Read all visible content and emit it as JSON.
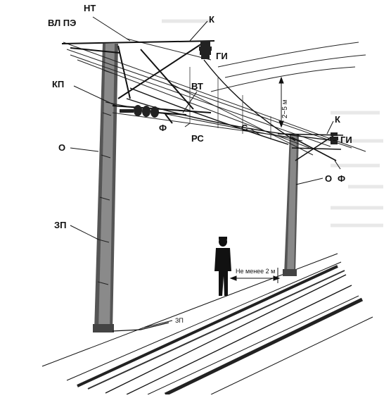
{
  "labels": {
    "vl_pe": "ВЛ ПЭ",
    "nt": "НТ",
    "k_left": "К",
    "gi_left": "ГИ",
    "kp": "КП",
    "vt": "ВТ",
    "height_range": "2−5 м",
    "f_left": "Ф",
    "rs": "РС",
    "o_left": "О",
    "s": "С",
    "k_right": "К",
    "gi_right": "ГИ",
    "f_right": "Ф",
    "o_right": "О",
    "zp_left": "ЗП",
    "clearance": "Не менее 2 м",
    "zp_bottom": "ЗП"
  }
}
